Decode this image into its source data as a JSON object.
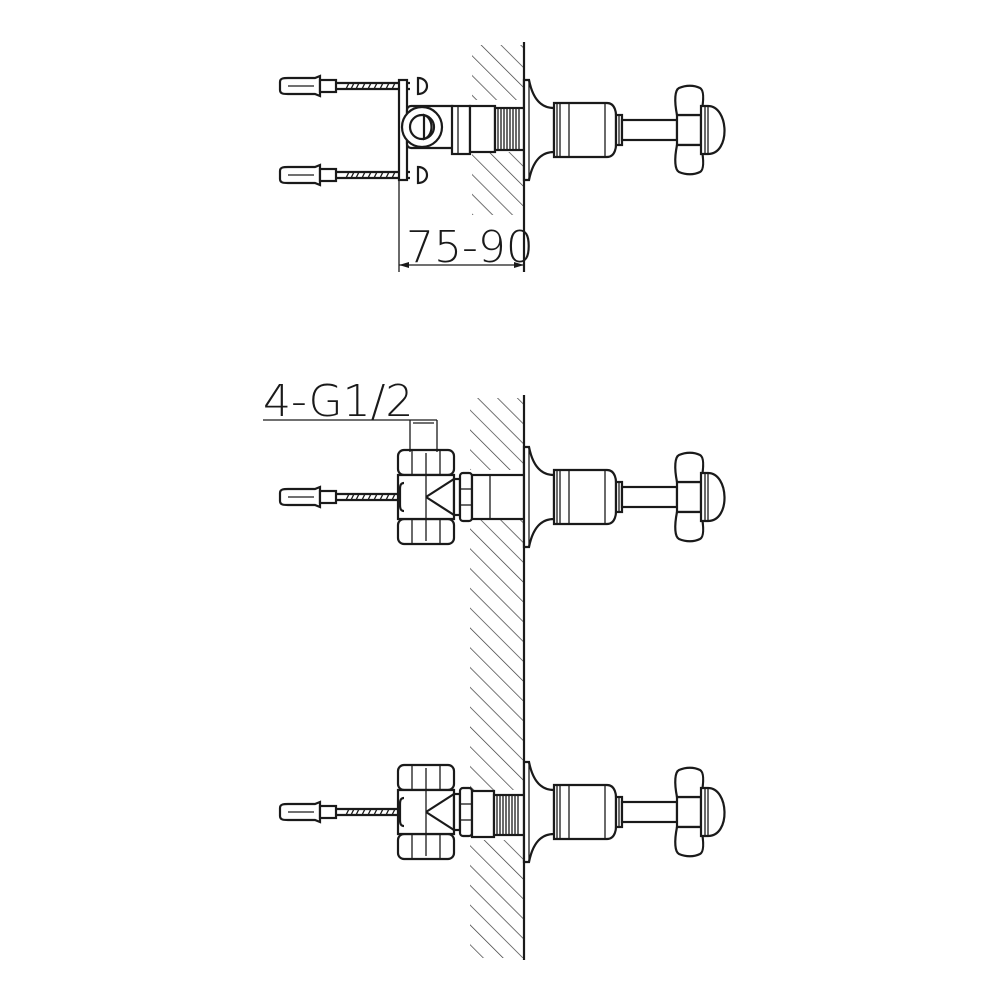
{
  "drawing": {
    "title": "Wall-mounted cross-handle valve installation diagram",
    "views": [
      {
        "id": "top-view",
        "description": "Mounting bracket with two wall anchors and swivel elbow"
      },
      {
        "id": "middle-view",
        "description": "Tee fitting with single anchor, hot/cold valve"
      },
      {
        "id": "bottom-view",
        "description": "Tee fitting with single anchor, hot/cold valve"
      }
    ],
    "dimensions": {
      "wall_depth_label": "75-90",
      "thread_label": "4-G1/2"
    },
    "colors": {
      "line": "#1a1a1a",
      "background": "#ffffff",
      "hatch": "#3a3a3a"
    }
  }
}
